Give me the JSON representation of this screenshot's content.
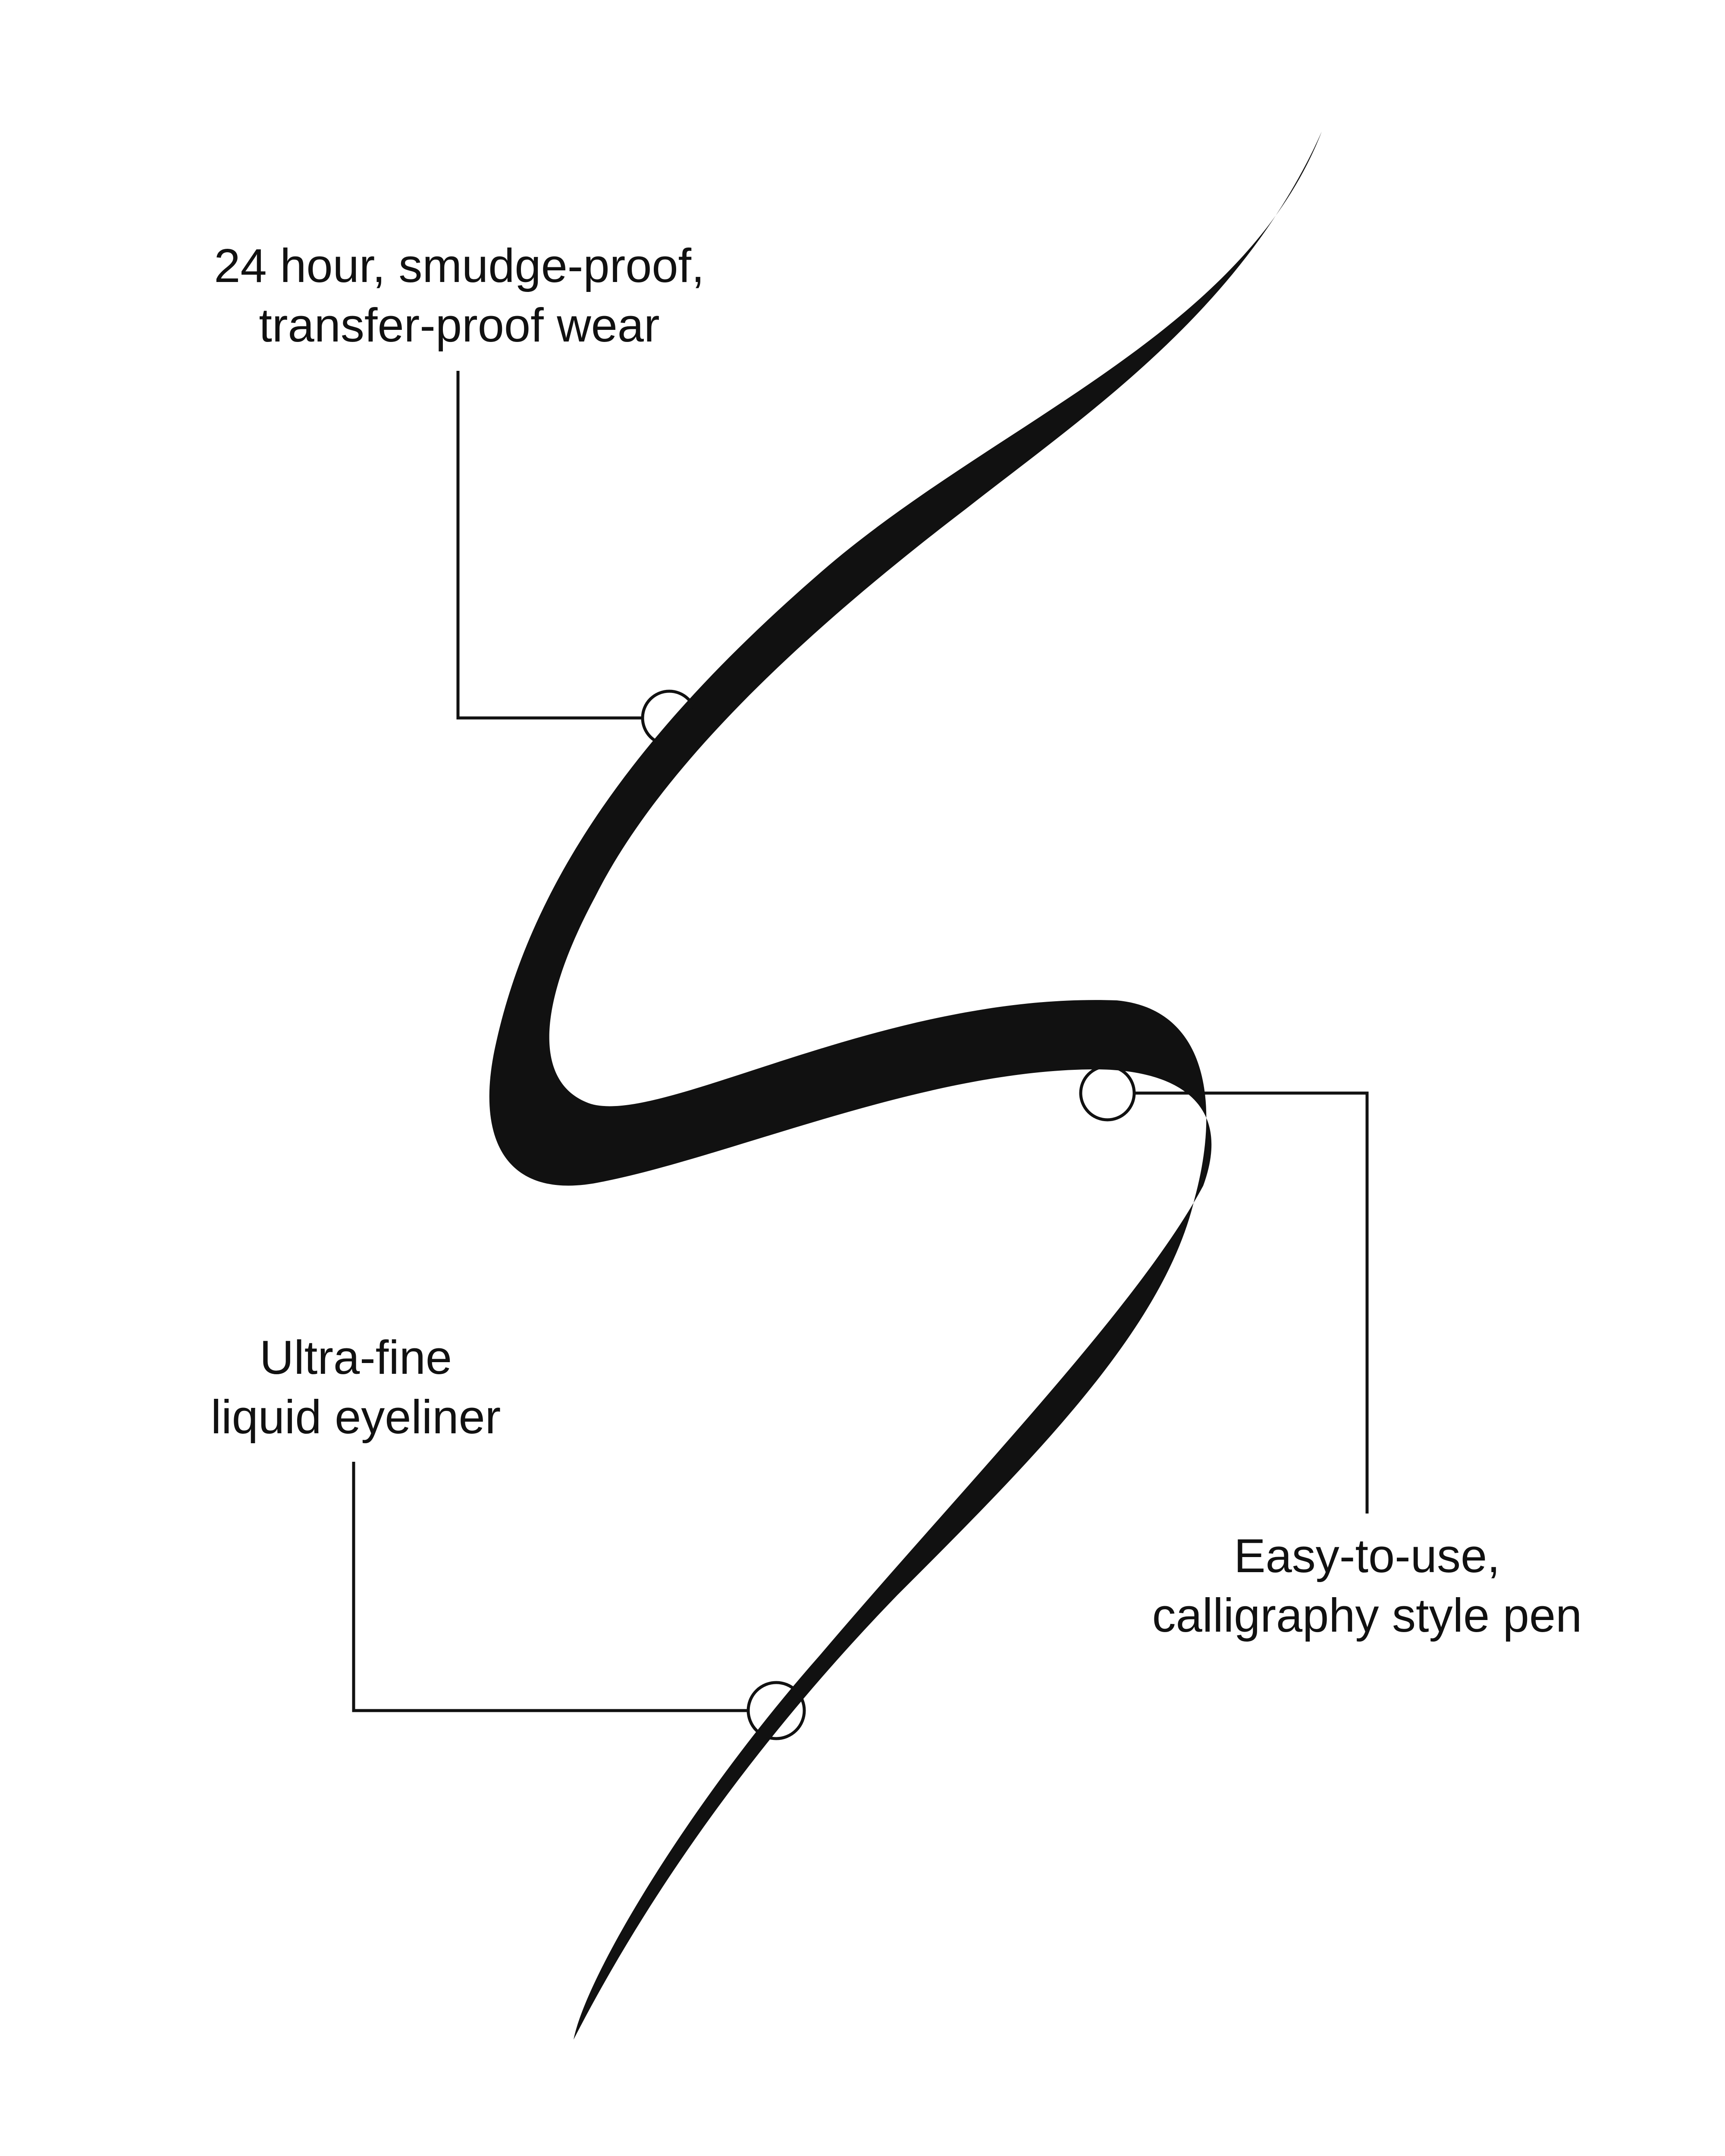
{
  "colors": {
    "ink": "#111111",
    "background": "#ffffff"
  },
  "callouts": [
    {
      "id": "wear",
      "lines": [
        "24 hour, smudge-proof,",
        "transfer-proof wear"
      ]
    },
    {
      "id": "liner",
      "lines": [
        "Ultra-fine",
        "liquid eyeliner"
      ]
    },
    {
      "id": "pen",
      "lines": [
        "Easy-to-use,",
        "calligraphy style pen"
      ]
    }
  ]
}
